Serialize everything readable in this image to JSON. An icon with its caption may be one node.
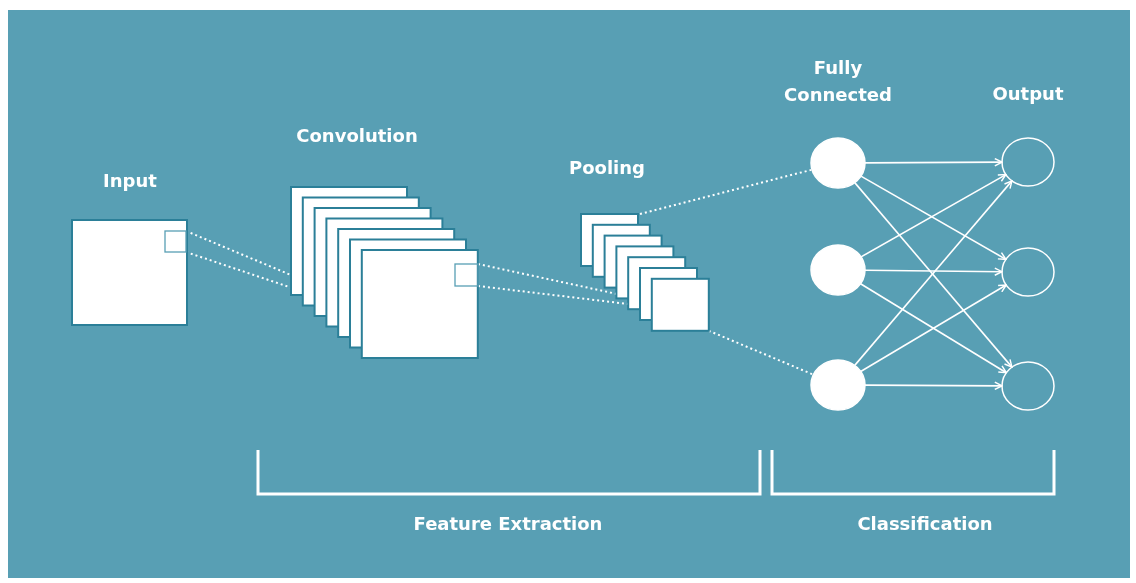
{
  "diagram": {
    "nodes": [
      {
        "text": [
          "Input"
        ]
      },
      {
        "text": [
          "Convolution"
        ]
      },
      {
        "text": [
          "Pooling"
        ]
      },
      {
        "text": [],
        "shape": "circle"
      },
      {
        "text": [],
        "shape": "circle"
      },
      {
        "text": [],
        "shape": "circle"
      },
      {
        "text": [],
        "shape": "circle"
      },
      {
        "text": [],
        "shape": "circle"
      },
      {
        "text": [],
        "shape": "circle"
      }
    ],
    "edges": [
      {
        "from": 0,
        "to": 1,
        "arrow": "none",
        "style": "dashed"
      },
      {
        "from": 0,
        "to": 1,
        "arrow": "none",
        "style": "dashed"
      },
      {
        "from": 1,
        "to": 2,
        "arrow": "none",
        "style": "dashed"
      },
      {
        "from": 1,
        "to": 2,
        "arrow": "none",
        "style": "dashed"
      },
      {
        "from": 2,
        "to": 3,
        "arrow": "none",
        "style": "dashed"
      },
      {
        "from": 2,
        "to": 5,
        "arrow": "none",
        "style": "dashed"
      },
      {
        "from": 3,
        "to": 6,
        "arrow": "to"
      },
      {
        "from": 3,
        "to": 7,
        "arrow": "to"
      },
      {
        "from": 3,
        "to": 8,
        "arrow": "to"
      },
      {
        "from": 4,
        "to": 6,
        "arrow": "to"
      },
      {
        "from": 4,
        "to": 7,
        "arrow": "to"
      },
      {
        "from": 4,
        "to": 8,
        "arrow": "to"
      },
      {
        "from": 5,
        "to": 6,
        "arrow": "to"
      },
      {
        "from": 5,
        "to": 7,
        "arrow": "to"
      },
      {
        "from": 5,
        "to": 8,
        "arrow": "to"
      }
    ],
    "labels": [
      "Fully Connected",
      "Output",
      "Feature Extraction",
      "Classification"
    ]
  }
}
